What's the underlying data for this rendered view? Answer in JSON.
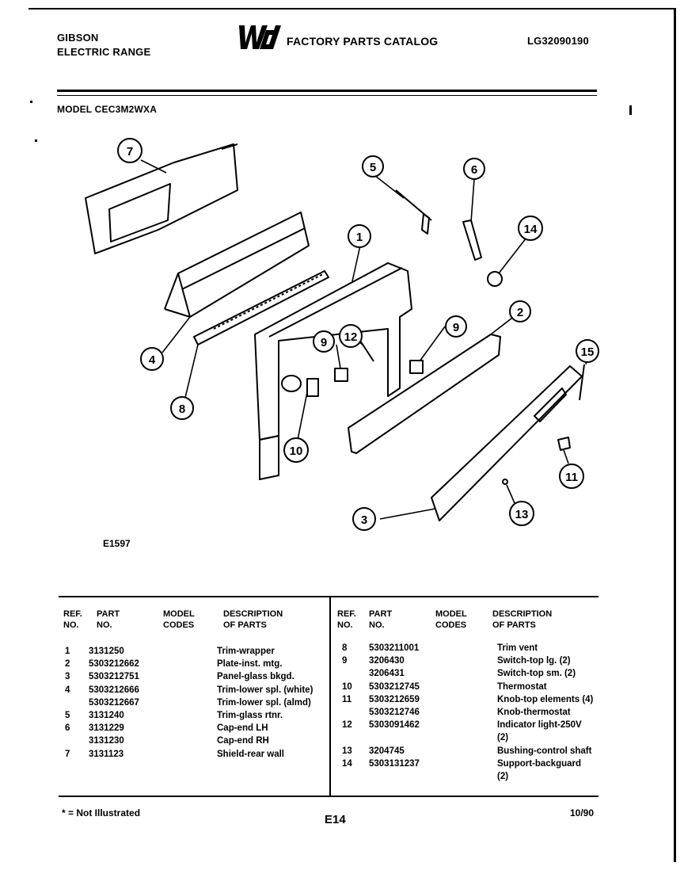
{
  "header": {
    "brand_line1": "GIBSON",
    "brand_line2": "ELECTRIC RANGE",
    "logo_text": "WCI",
    "catalog_title": "FACTORY PARTS CATALOG",
    "catalog_number": "LG32090190",
    "model_line": "MODEL CEC3M2WXA"
  },
  "diagram": {
    "figure_number": "E1597",
    "callouts": [
      "7",
      "5",
      "6",
      "1",
      "14",
      "4",
      "2",
      "12",
      "9",
      "9",
      "8",
      "15",
      "10",
      "11",
      "3",
      "13"
    ]
  },
  "parts_table": {
    "headers": {
      "ref": [
        "REF.",
        "NO."
      ],
      "part": [
        "PART",
        "NO."
      ],
      "model": [
        "MODEL",
        "CODES"
      ],
      "desc": [
        "DESCRIPTION",
        "OF PARTS"
      ]
    },
    "left_rows": [
      {
        "ref": "1",
        "part": "3131250",
        "desc": "Trim-wrapper"
      },
      {
        "ref": "2",
        "part": "5303212662",
        "desc": "Plate-inst. mtg."
      },
      {
        "ref": "3",
        "part": "5303212751",
        "desc": "Panel-glass bkgd."
      },
      {
        "ref": "4",
        "part": "5303212666",
        "desc": "Trim-lower spl. (white)"
      },
      {
        "ref": "",
        "part": "5303212667",
        "desc": "Trim-lower spl. (almd)"
      },
      {
        "ref": "5",
        "part": "3131240",
        "desc": "Trim-glass rtnr."
      },
      {
        "ref": "6",
        "part": "3131229",
        "desc": "Cap-end LH"
      },
      {
        "ref": "",
        "part": "3131230",
        "desc": "Cap-end RH"
      },
      {
        "ref": "7",
        "part": "3131123",
        "desc": "Shield-rear wall"
      }
    ],
    "right_rows": [
      {
        "ref": "8",
        "part": "5303211001",
        "desc": "Trim vent"
      },
      {
        "ref": "9",
        "part": "3206430",
        "desc": "Switch-top lg. (2)"
      },
      {
        "ref": "",
        "part": "3206431",
        "desc": "Switch-top sm. (2)"
      },
      {
        "ref": "10",
        "part": "5303212745",
        "desc": "Thermostat"
      },
      {
        "ref": "11",
        "part": "5303212659",
        "desc": "Knob-top elements (4)"
      },
      {
        "ref": "",
        "part": "5303212746",
        "desc": "Knob-thermostat"
      },
      {
        "ref": "12",
        "part": "5303091462",
        "desc": "Indicator light-250V"
      },
      {
        "ref": "",
        "part": "",
        "desc": "(2)"
      },
      {
        "ref": "13",
        "part": "3204745",
        "desc": "Bushing-control shaft"
      },
      {
        "ref": "14",
        "part": "5303131237",
        "desc": "Support-backguard"
      },
      {
        "ref": "",
        "part": "",
        "desc": "(2)"
      }
    ]
  },
  "footer": {
    "note": "* = Not Illustrated",
    "page_number": "E14",
    "date": "10/90"
  }
}
